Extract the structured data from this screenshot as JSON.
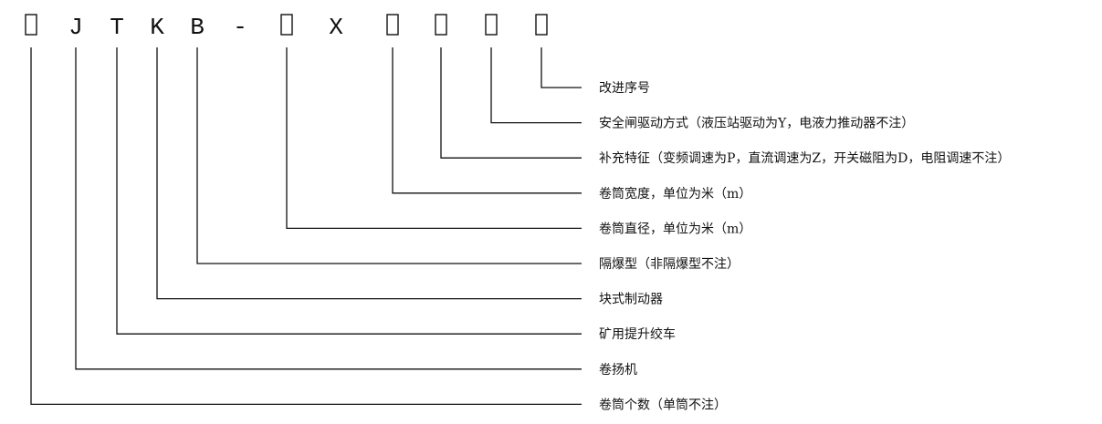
{
  "code": {
    "tokens": [
      {
        "type": "box",
        "text": ""
      },
      {
        "type": "char",
        "text": "J"
      },
      {
        "type": "char",
        "text": "T"
      },
      {
        "type": "char",
        "text": "K"
      },
      {
        "type": "char",
        "text": "B"
      },
      {
        "type": "char",
        "text": "-"
      },
      {
        "type": "box",
        "text": ""
      },
      {
        "type": "char",
        "text": "X"
      },
      {
        "type": "box",
        "text": ""
      },
      {
        "type": "box",
        "text": ""
      },
      {
        "type": "box",
        "text": ""
      },
      {
        "type": "box",
        "text": ""
      }
    ]
  },
  "descriptions": [
    {
      "token": 11,
      "text": "改进序号"
    },
    {
      "token": 10,
      "text": "安全闸驱动方式（液压站驱动为Y，电液力推动器不注）"
    },
    {
      "token": 9,
      "text": "补充特征（变频调速为P，直流调速为Z，开关磁阻为D，电阻调速不注）"
    },
    {
      "token": 8,
      "text": "卷筒宽度，单位为米（m）"
    },
    {
      "token": 6,
      "text": "卷筒直径，单位为米（m）"
    },
    {
      "token": 4,
      "text": "隔爆型（非隔爆型不注）"
    },
    {
      "token": 3,
      "text": "块式制动器"
    },
    {
      "token": 2,
      "text": "矿用提升绞车"
    },
    {
      "token": 1,
      "text": "卷扬机"
    },
    {
      "token": 0,
      "text": "卷筒个数（单筒不注）"
    }
  ]
}
